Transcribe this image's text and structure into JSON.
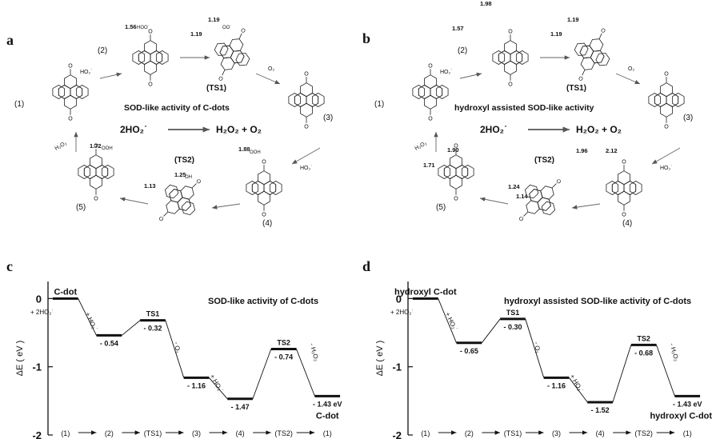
{
  "panels": {
    "a": {
      "letter": "a",
      "title": "SOD-like activity of C-dots",
      "equation_left": "2HO₂˙",
      "equation_right": "H₂O₂ + O₂",
      "steps": [
        "(1)",
        "(2)",
        "(TS1)",
        "(3)",
        "(4)",
        "(TS2)",
        "(5)"
      ],
      "arrow_labels": {
        "to2": "HO₂˙",
        "to3": "O₂",
        "to4": "HO₂˙",
        "to1": "H₂O₂"
      },
      "distances": {
        "s2": "1.56",
        "ts1_top": "1.19",
        "ts1_left": "1.19",
        "s4": "1.88",
        "ts2_top": "1.25",
        "ts2_left": "1.13",
        "s5": "1.72"
      },
      "groups": {
        "hoo": "HOO˙",
        "oo": "OO˙",
        "ooh": "OOH",
        "oh": "OH"
      }
    },
    "b": {
      "letter": "b",
      "title": "hydroxyl assisted SOD-like activity",
      "equation_left": "2HO₂˙",
      "equation_right": "H₂O₂ + O₂",
      "steps": [
        "(1)",
        "(2)",
        "(TS1)",
        "(3)",
        "(4)",
        "(TS2)",
        "(5)"
      ],
      "arrow_labels": {
        "to2": "HO₂˙",
        "to3": "O₂",
        "to4": "HO₂˙",
        "to1": "H₂O₂"
      },
      "distances": {
        "s2_a": "1.57",
        "s2_b": "1.98",
        "ts1_top": "1.19",
        "ts1_left": "1.19",
        "s4_a": "1.96",
        "s4_b": "2.12",
        "ts2_a": "1.24",
        "ts2_b": "1.14",
        "s5_a": "1.71",
        "s5_b": "1.90"
      }
    }
  },
  "chart_data": [
    {
      "panel": "c",
      "type": "line",
      "title": "SOD-like activity of C-dots",
      "ylabel": "ΔE ( eV )",
      "ylim": [
        -2,
        0.25
      ],
      "yticks": [
        "0",
        "-1",
        "-2"
      ],
      "x": [
        "(1)",
        "(2)",
        "(TS1)",
        "(3)",
        "(4)",
        "(TS2)",
        "(1)"
      ],
      "values": [
        0,
        -0.54,
        -0.32,
        -1.16,
        -1.47,
        -0.74,
        -1.43
      ],
      "value_labels": [
        "",
        "- 0.54",
        "- 0.32",
        "- 1.16",
        "- 1.47",
        "- 0.74",
        "- 1.43 eV"
      ],
      "level_names": [
        "C-dot",
        "",
        "TS1",
        "",
        "",
        "TS2",
        "C-dot"
      ],
      "step_labels": [
        "+ 2HO₂˙",
        "+ HO₂˙",
        "- O₂",
        "+ HO₂˙",
        "- H₂O₂"
      ]
    },
    {
      "panel": "d",
      "type": "line",
      "title": "hydroxyl assisted SOD-like activity of C-dots",
      "ylabel": "ΔE ( eV )",
      "ylim": [
        -2,
        0.25
      ],
      "yticks": [
        "0",
        "-1",
        "-2"
      ],
      "x": [
        "(1)",
        "(2)",
        "(TS1)",
        "(3)",
        "(4)",
        "(TS2)",
        "(1)"
      ],
      "values": [
        0,
        -0.65,
        -0.3,
        -1.16,
        -1.52,
        -0.68,
        -1.43
      ],
      "value_labels": [
        "",
        "- 0.65",
        "- 0.30",
        "- 1.16",
        "- 1.52",
        "- 0.68",
        "- 1.43 eV"
      ],
      "level_names": [
        "hydroxyl C-dot",
        "",
        "TS1",
        "",
        "",
        "TS2",
        "hydroxyl C-dot"
      ],
      "step_labels": [
        "+ 2HO₂˙",
        "+ HO₂˙",
        "- O₂",
        "+ HO₂˙",
        "- H₂O₂"
      ]
    }
  ]
}
